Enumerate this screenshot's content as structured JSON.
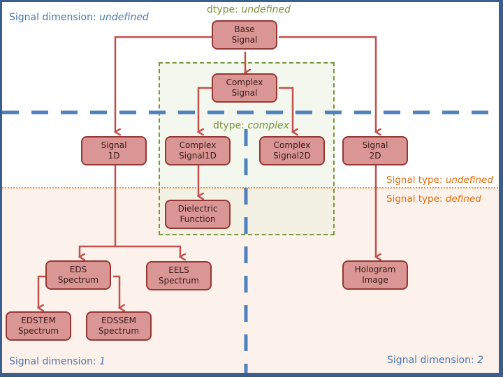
{
  "colors": {
    "frame": "#3a5f8f",
    "node_fill": "#d99694",
    "node_border": "#953735",
    "arrow": "#c0504d",
    "dimension_divider": "#4f81bd",
    "dtype_box": "#77933c",
    "signal_type_divider": "#e46c0a",
    "defined_region_bg": "#fdf2eb"
  },
  "labels": {
    "signal_dimension_undefined": {
      "prefix": "Signal dimension: ",
      "value": "undefined"
    },
    "signal_dimension_1": {
      "prefix": "Signal dimension: ",
      "value": "1"
    },
    "signal_dimension_2": {
      "prefix": "Signal dimension: ",
      "value": "2"
    },
    "dtype_undefined": {
      "prefix": "dtype: ",
      "value": "undefined"
    },
    "dtype_complex": {
      "prefix": "dtype: ",
      "value": "complex"
    },
    "signal_type_undefined": {
      "prefix": "Signal type: ",
      "value": "undefined"
    },
    "signal_type_defined": {
      "prefix": "Signal type: ",
      "value": "defined"
    }
  },
  "nodes": {
    "base_signal": {
      "line1": "Base",
      "line2": "Signal"
    },
    "complex_signal": {
      "line1": "Complex",
      "line2": "Signal"
    },
    "signal_1d": {
      "line1": "Signal",
      "line2": "1D"
    },
    "complex_signal_1d": {
      "line1": "Complex",
      "line2": "Signal1D"
    },
    "complex_signal_2d": {
      "line1": "Complex",
      "line2": "Signal2D"
    },
    "signal_2d": {
      "line1": "Signal",
      "line2": "2D"
    },
    "dielectric_function": {
      "line1": "Dielectric",
      "line2": "Function"
    },
    "eds_spectrum": {
      "line1": "EDS",
      "line2": "Spectrum"
    },
    "eels_spectrum": {
      "line1": "EELS",
      "line2": "Spectrum"
    },
    "hologram_image": {
      "line1": "Hologram",
      "line2": "Image"
    },
    "edstem_spectrum": {
      "line1": "EDSTEM",
      "line2": "Spectrum"
    },
    "edssem_spectrum": {
      "line1": "EDSSEM",
      "line2": "Spectrum"
    }
  },
  "edges": [
    {
      "from": "base_signal",
      "to": "signal_1d"
    },
    {
      "from": "base_signal",
      "to": "complex_signal"
    },
    {
      "from": "base_signal",
      "to": "signal_2d"
    },
    {
      "from": "complex_signal",
      "to": "complex_signal_1d"
    },
    {
      "from": "complex_signal",
      "to": "complex_signal_2d"
    },
    {
      "from": "complex_signal_1d",
      "to": "dielectric_function"
    },
    {
      "from": "signal_1d",
      "to": "eds_spectrum"
    },
    {
      "from": "signal_1d",
      "to": "eels_spectrum"
    },
    {
      "from": "signal_2d",
      "to": "hologram_image"
    },
    {
      "from": "eds_spectrum",
      "to": "edstem_spectrum"
    },
    {
      "from": "eds_spectrum",
      "to": "edssem_spectrum"
    }
  ]
}
